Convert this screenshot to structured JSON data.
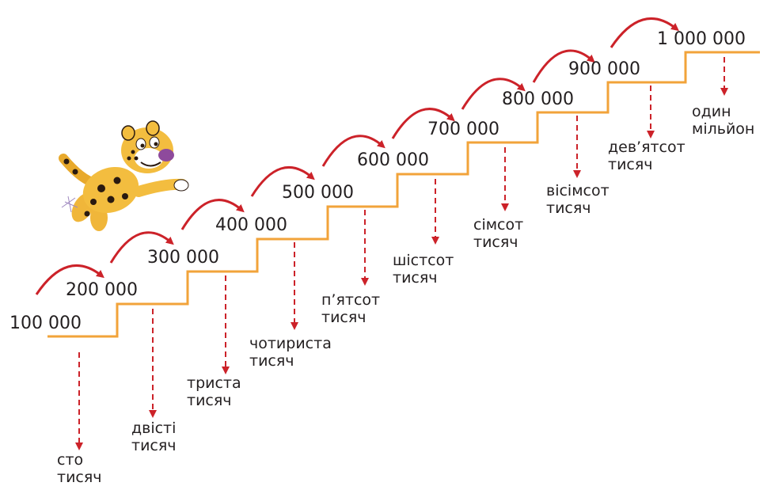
{
  "colors": {
    "stair": "#f2a33a",
    "arrow": "#cc2229",
    "text": "#231f20"
  },
  "mascot": {
    "icon": "leopard-icon"
  },
  "steps": [
    {
      "number": "100 000",
      "word_lines": [
        "сто",
        "тисяч"
      ]
    },
    {
      "number": "200 000",
      "word_lines": [
        "двісті",
        "тисяч"
      ]
    },
    {
      "number": "300 000",
      "word_lines": [
        "триста",
        "тисяч"
      ]
    },
    {
      "number": "400 000",
      "word_lines": [
        "чотириста",
        "тисяч"
      ]
    },
    {
      "number": "500 000",
      "word_lines": [
        "п’ятсот",
        "тисяч"
      ]
    },
    {
      "number": "600 000",
      "word_lines": [
        "шістсот",
        "тисяч"
      ]
    },
    {
      "number": "700 000",
      "word_lines": [
        "сімсот",
        "тисяч"
      ]
    },
    {
      "number": "800 000",
      "word_lines": [
        "вісімсот",
        "тисяч"
      ]
    },
    {
      "number": "900 000",
      "word_lines": [
        "дев’ятсот",
        "тисяч"
      ]
    },
    {
      "number": "1 000 000",
      "word_lines": [
        "один",
        "мільйон"
      ]
    }
  ]
}
